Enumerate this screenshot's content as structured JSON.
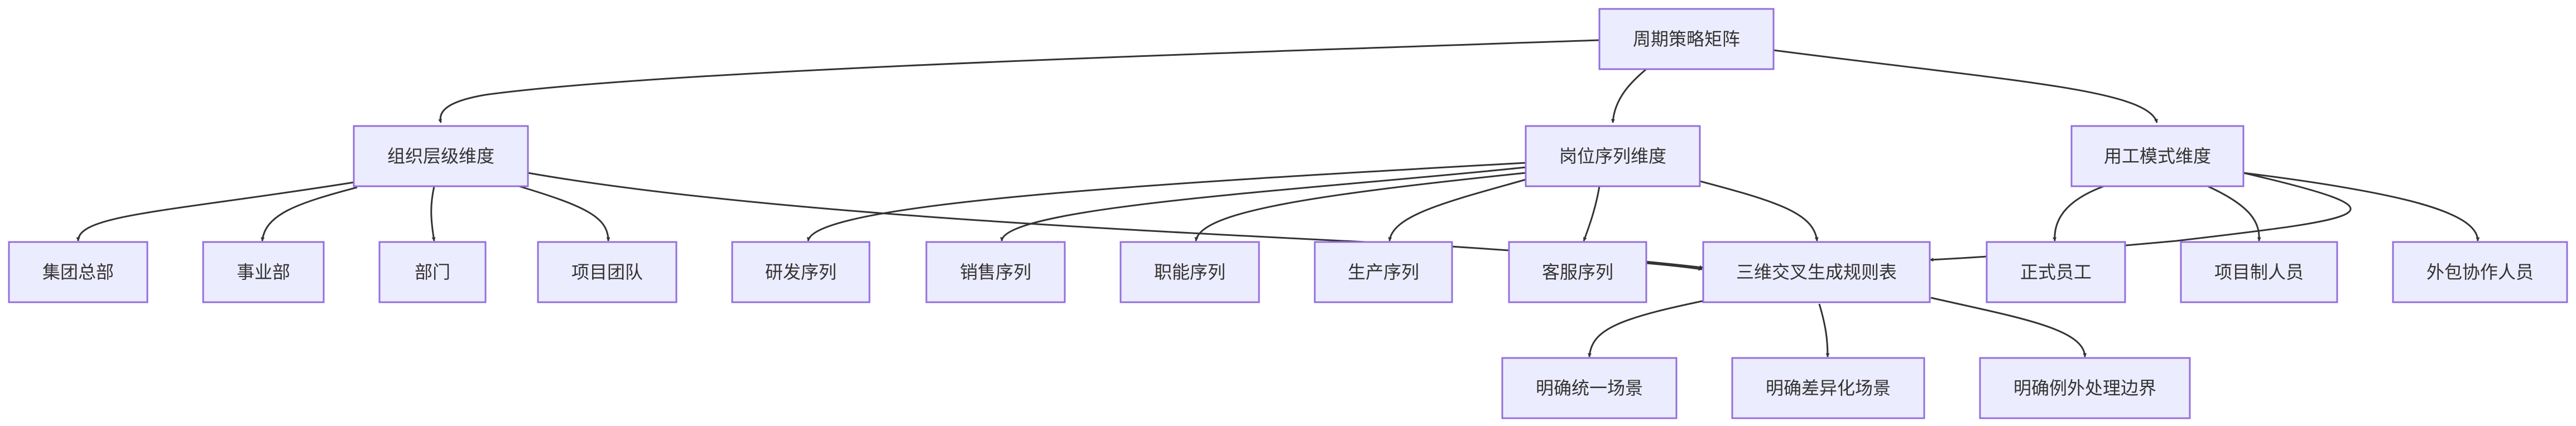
{
  "diagram": {
    "nodes": {
      "root": "周期策略矩阵",
      "org": "组织层级维度",
      "post": "岗位序列维度",
      "emp": "用工模式维度",
      "group": "集团总部",
      "bu": "事业部",
      "dept": "部门",
      "team": "项目团队",
      "rd": "研发序列",
      "sales": "销售序列",
      "func": "职能序列",
      "prod": "生产序列",
      "cs": "客服序列",
      "rules": "三维交叉生成规则表",
      "fulltime": "正式员工",
      "project": "项目制人员",
      "outsource": "外包协作人员",
      "unified": "明确统一场景",
      "diff": "明确差异化场景",
      "exception": "明确例外处理边界"
    },
    "edges": [
      [
        "root",
        "org"
      ],
      [
        "root",
        "post"
      ],
      [
        "root",
        "emp"
      ],
      [
        "org",
        "group"
      ],
      [
        "org",
        "bu"
      ],
      [
        "org",
        "dept"
      ],
      [
        "org",
        "team"
      ],
      [
        "post",
        "rd"
      ],
      [
        "post",
        "sales"
      ],
      [
        "post",
        "func"
      ],
      [
        "post",
        "prod"
      ],
      [
        "post",
        "cs"
      ],
      [
        "emp",
        "fulltime"
      ],
      [
        "emp",
        "project"
      ],
      [
        "emp",
        "outsource"
      ],
      [
        "org",
        "rules"
      ],
      [
        "post",
        "rules"
      ],
      [
        "emp",
        "rules"
      ],
      [
        "rules",
        "unified"
      ],
      [
        "rules",
        "diff"
      ],
      [
        "rules",
        "exception"
      ]
    ]
  }
}
